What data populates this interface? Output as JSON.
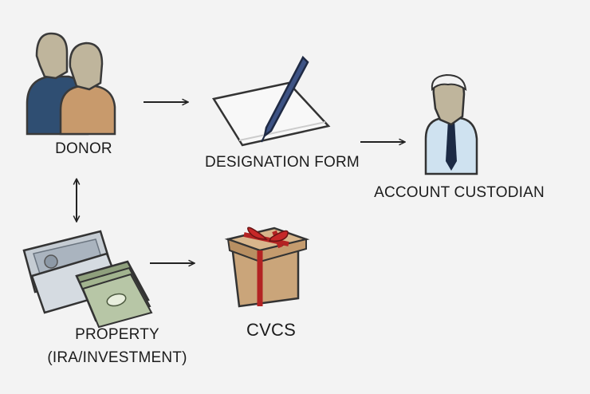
{
  "labels": {
    "donor": "DONOR",
    "designation_form": "DESIGNATION FORM",
    "account_custodian": "ACCOUNT CUSTODIAN",
    "property_line1": "PROPERTY",
    "property_line2": "(IRA/INVESTMENT)",
    "cvcs": "CVCS"
  },
  "colors": {
    "background": "#f3f3f3",
    "text": "#1c1c1c",
    "arrow": "#222222",
    "donor_left_shirt": "#2f4e72",
    "donor_right_shirt": "#c89a6c",
    "skin": "#bfb59c",
    "custodian_shirt": "#cfe2f0",
    "custodian_hair": "#f2f2f2",
    "tie": "#1c2a44",
    "pen": "#3d5385",
    "money_green": "#8fa07d",
    "gift_box": "#caa57a",
    "ribbon": "#b32323"
  },
  "icons": {
    "donor": "two-people-icon",
    "form": "document-pen-icon",
    "custodian": "businessman-icon",
    "property": "certificates-money-icon",
    "cvcs": "gift-box-icon"
  }
}
